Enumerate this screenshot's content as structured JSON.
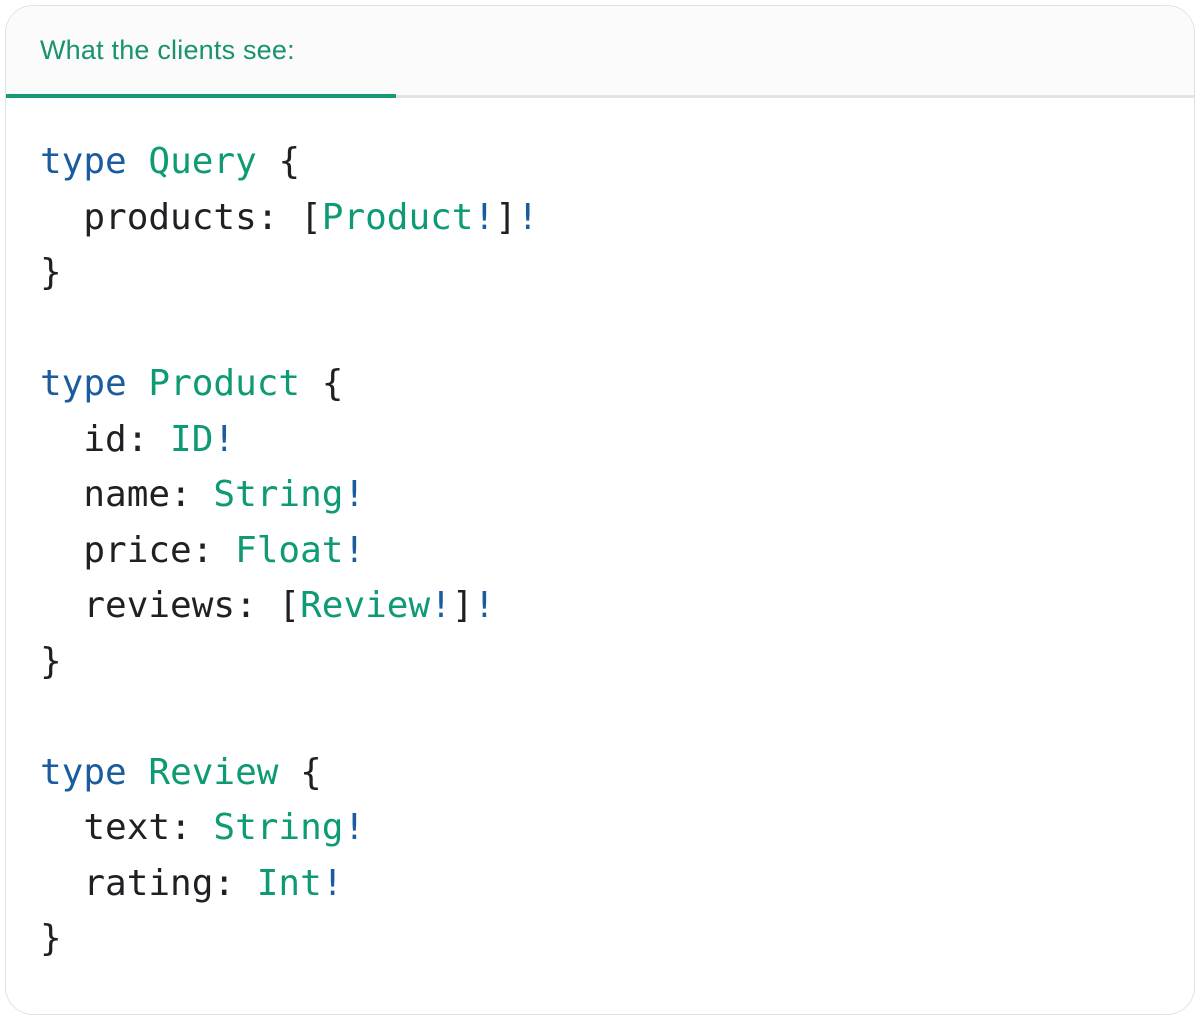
{
  "header": {
    "tab_label": "What the clients see:"
  },
  "colors": {
    "tab_teal": "#18926f",
    "type_green": "#0e9a74",
    "keyword_blue": "#1a5c9e",
    "code_dark": "#1e2023",
    "divider_gray": "#e3e3e3",
    "underline_green": "#189a78",
    "border_green": "#d7e8da",
    "header_bg": "#fbfbfb",
    "card_bg": "#ffffff"
  },
  "code": {
    "language": "graphql-sdl",
    "plain_text": "type Query {\n  products: [Product!]!\n}\n\ntype Product {\n  id: ID!\n  name: String!\n  price: Float!\n  reviews: [Review!]!\n}\n\ntype Review {\n  text: String!\n  rating: Int!\n}",
    "lines": [
      [
        {
          "text": "type",
          "cls": "kw"
        },
        {
          "text": " ",
          "cls": "plain"
        },
        {
          "text": "Query",
          "cls": "type"
        },
        {
          "text": " {",
          "cls": "plain"
        }
      ],
      [
        {
          "text": "  products: [",
          "cls": "plain"
        },
        {
          "text": "Product",
          "cls": "type"
        },
        {
          "text": "!",
          "cls": "bang"
        },
        {
          "text": "]",
          "cls": "plain"
        },
        {
          "text": "!",
          "cls": "bang"
        }
      ],
      [
        {
          "text": "}",
          "cls": "plain"
        }
      ],
      [],
      [
        {
          "text": "type",
          "cls": "kw"
        },
        {
          "text": " ",
          "cls": "plain"
        },
        {
          "text": "Product",
          "cls": "type"
        },
        {
          "text": " {",
          "cls": "plain"
        }
      ],
      [
        {
          "text": "  id: ",
          "cls": "plain"
        },
        {
          "text": "ID",
          "cls": "type"
        },
        {
          "text": "!",
          "cls": "bang"
        }
      ],
      [
        {
          "text": "  name: ",
          "cls": "plain"
        },
        {
          "text": "String",
          "cls": "type"
        },
        {
          "text": "!",
          "cls": "bang"
        }
      ],
      [
        {
          "text": "  price: ",
          "cls": "plain"
        },
        {
          "text": "Float",
          "cls": "type"
        },
        {
          "text": "!",
          "cls": "bang"
        }
      ],
      [
        {
          "text": "  reviews: [",
          "cls": "plain"
        },
        {
          "text": "Review",
          "cls": "type"
        },
        {
          "text": "!",
          "cls": "bang"
        },
        {
          "text": "]",
          "cls": "plain"
        },
        {
          "text": "!",
          "cls": "bang"
        }
      ],
      [
        {
          "text": "}",
          "cls": "plain"
        }
      ],
      [],
      [
        {
          "text": "type",
          "cls": "kw"
        },
        {
          "text": " ",
          "cls": "plain"
        },
        {
          "text": "Review",
          "cls": "type"
        },
        {
          "text": " {",
          "cls": "plain"
        }
      ],
      [
        {
          "text": "  text: ",
          "cls": "plain"
        },
        {
          "text": "String",
          "cls": "type"
        },
        {
          "text": "!",
          "cls": "bang"
        }
      ],
      [
        {
          "text": "  rating: ",
          "cls": "plain"
        },
        {
          "text": "Int",
          "cls": "type"
        },
        {
          "text": "!",
          "cls": "bang"
        }
      ],
      [
        {
          "text": "}",
          "cls": "plain"
        }
      ]
    ]
  }
}
